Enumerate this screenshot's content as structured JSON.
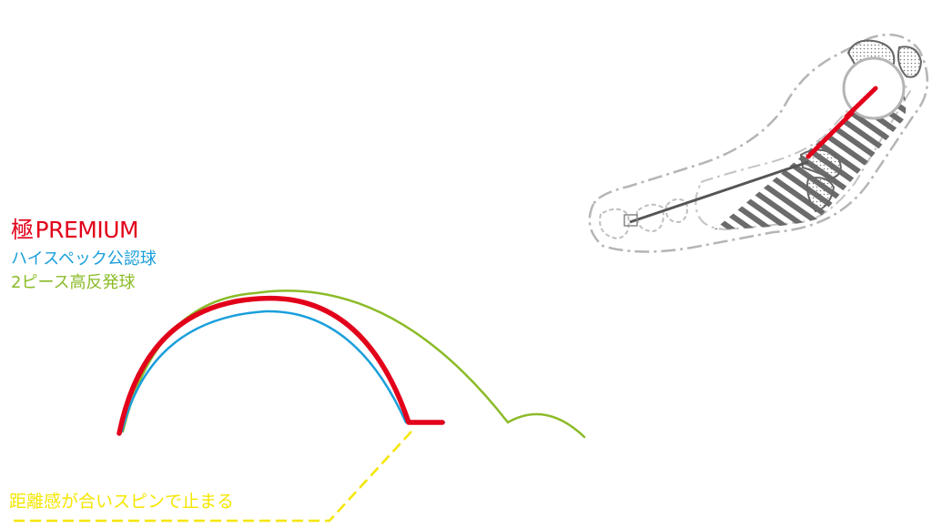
{
  "legend": {
    "premium_kanji": "極",
    "premium_name": "PREMIUM",
    "official": "ハイスペック公認球",
    "two_piece": "2ピース高反発球"
  },
  "caption": "距離感が合いスピンで止まる",
  "colors": {
    "premium": "#e2001a",
    "official": "#1a9fdb",
    "two_piece": "#8bbb28",
    "caption": "#f5e600",
    "outline": "#b5b5b5",
    "hatch": "#6b6b6b",
    "shaft": "#555555"
  },
  "icons": {
    "ball": "golf-ball-icon",
    "hand": "hand-grip-icon"
  }
}
